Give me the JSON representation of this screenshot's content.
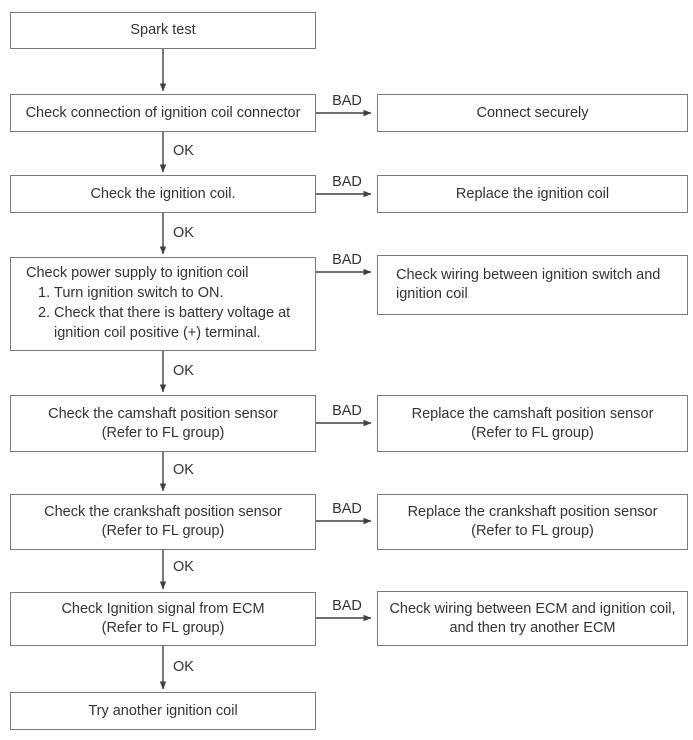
{
  "colors": {
    "box-border": "#7a7a7a",
    "line": "#404040",
    "text": "#333333",
    "bg": "#ffffff"
  },
  "labels": {
    "ok": "OK",
    "bad": "BAD"
  },
  "nodes": {
    "spark_test": "Spark test",
    "check_connection": "Check connection of ignition coil connector",
    "connect_securely": "Connect securely",
    "check_ignition_coil": "Check the ignition coil.",
    "replace_ignition_coil": "Replace the ignition coil",
    "power_supply": {
      "title": "Check power supply to ignition coil",
      "step1_num": "1.",
      "step1": "Turn ignition switch to ON.",
      "step2_num": "2.",
      "step2_line1": "Check that there is battery voltage at",
      "step2_line2": "ignition coil positive (+) terminal."
    },
    "check_wiring_switch": {
      "line1": "Check wiring between ignition switch and",
      "line2": "ignition coil"
    },
    "check_camshaft": {
      "line1": "Check the camshaft position sensor",
      "line2": "(Refer to FL group)"
    },
    "replace_camshaft": {
      "line1": "Replace the camshaft position sensor",
      "line2": "(Refer to FL group)"
    },
    "check_crankshaft": {
      "line1": "Check the crankshaft position sensor",
      "line2": "(Refer to FL group)"
    },
    "replace_crankshaft": {
      "line1": "Replace the crankshaft position sensor",
      "line2": "(Refer to FL group)"
    },
    "check_ecm_signal": {
      "line1": "Check Ignition signal from ECM",
      "line2": "(Refer to FL group)"
    },
    "check_wiring_ecm": {
      "line1": "Check wiring between ECM and ignition coil,",
      "line2": "and then try another ECM"
    },
    "try_another_coil": "Try another ignition coil"
  }
}
